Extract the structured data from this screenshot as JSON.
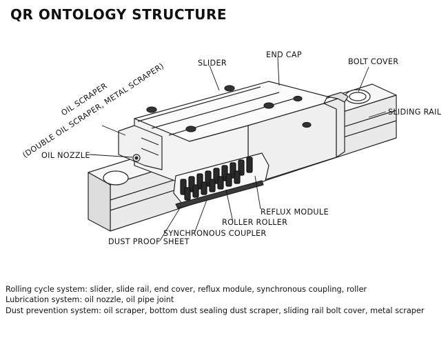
{
  "title": "QR ONTOLOGY STRUCTURE",
  "labels": {
    "slider": "SLIDER",
    "end_cap": "END CAP",
    "bolt_cover": "BOLT COVER",
    "sliding_rail": "SLIDING RAIL",
    "oil_scraper_line1": "OIL SCRAPER",
    "oil_scraper_line2": "(DOUBLE OIL SCRAPER, METAL SCRAPER)",
    "oil_nozzle": "OIL NOZZLE",
    "reflux_module": "REFLUX MODULE",
    "roller_roller": "ROLLER ROLLER",
    "synchronous_coupler": "SYNCHRONOUS COUPLER",
    "dust_proof_sheet": "DUST PROOF SHEET"
  },
  "description": [
    "Rolling cycle system: slider, slide rail, end cover, reflux module, synchronous coupling, roller",
    "Lubrication system: oil nozzle, oil pipe joint",
    "Dust prevention system: oil scraper, bottom dust sealing dust scraper, sliding rail bolt cover, metal scraper"
  ]
}
